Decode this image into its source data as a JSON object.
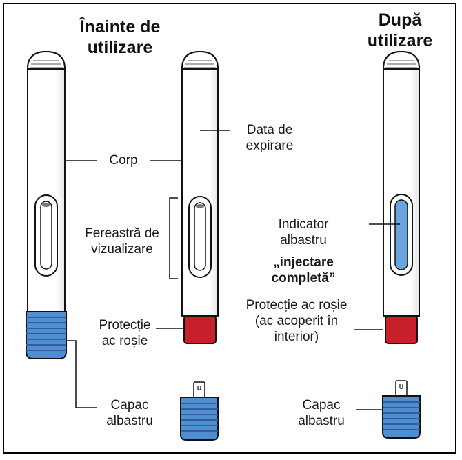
{
  "headers": {
    "before": [
      "Înainte de",
      "utilizare"
    ],
    "after": [
      "După",
      "utilizare"
    ]
  },
  "labels": {
    "body": "Corp",
    "expiry": [
      "Data de",
      "expirare"
    ],
    "window": [
      "Fereastră de",
      "vizualizare"
    ],
    "red_guard": [
      "Protecție",
      "ac roșie"
    ],
    "blue_indicator": [
      "Indicator",
      "albastru"
    ],
    "injection_complete": [
      "„injectare",
      "completă”"
    ],
    "red_guard_after": [
      "Protecție ac roșie",
      "(ac acoperit în",
      "interior)"
    ],
    "blue_cap_left": [
      "Capac",
      "albastru"
    ],
    "blue_cap_right": [
      "Capac",
      "albastru"
    ]
  },
  "colors": {
    "pen_body": "#ffffff",
    "outline": "#111111",
    "blue_cap": "#4f8fd1",
    "blue_ridge": "#2f5f99",
    "red_guard": "#c8202a",
    "indicator_blue": "#6aa6dc"
  }
}
